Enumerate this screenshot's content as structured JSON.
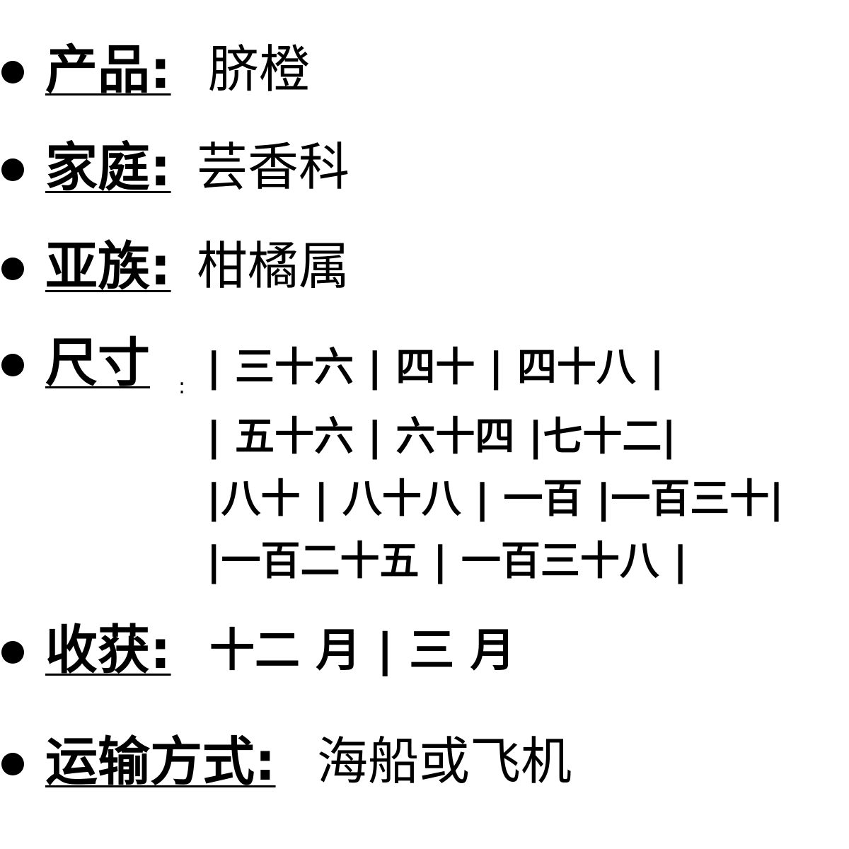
{
  "items": [
    {
      "label": "产品:",
      "value": "脐橙"
    },
    {
      "label": "家庭:",
      "value": "芸香科"
    },
    {
      "label": "亚族:",
      "value": "柑橘属"
    },
    {
      "label": "尺寸",
      "colon": ":",
      "lines": [
        "| 三十六 | 四十  | 四十八 |",
        "| 五十六 | 六十四 |七十二|",
        "|八十 | 八十八 | 一百 |一百三十|",
        "|一百二十五 | 一百三十八 |"
      ]
    },
    {
      "label": "收获:",
      "value": "十二 月 | 三 月"
    },
    {
      "label": "运输方式:",
      "value": "海船或飞机"
    }
  ]
}
